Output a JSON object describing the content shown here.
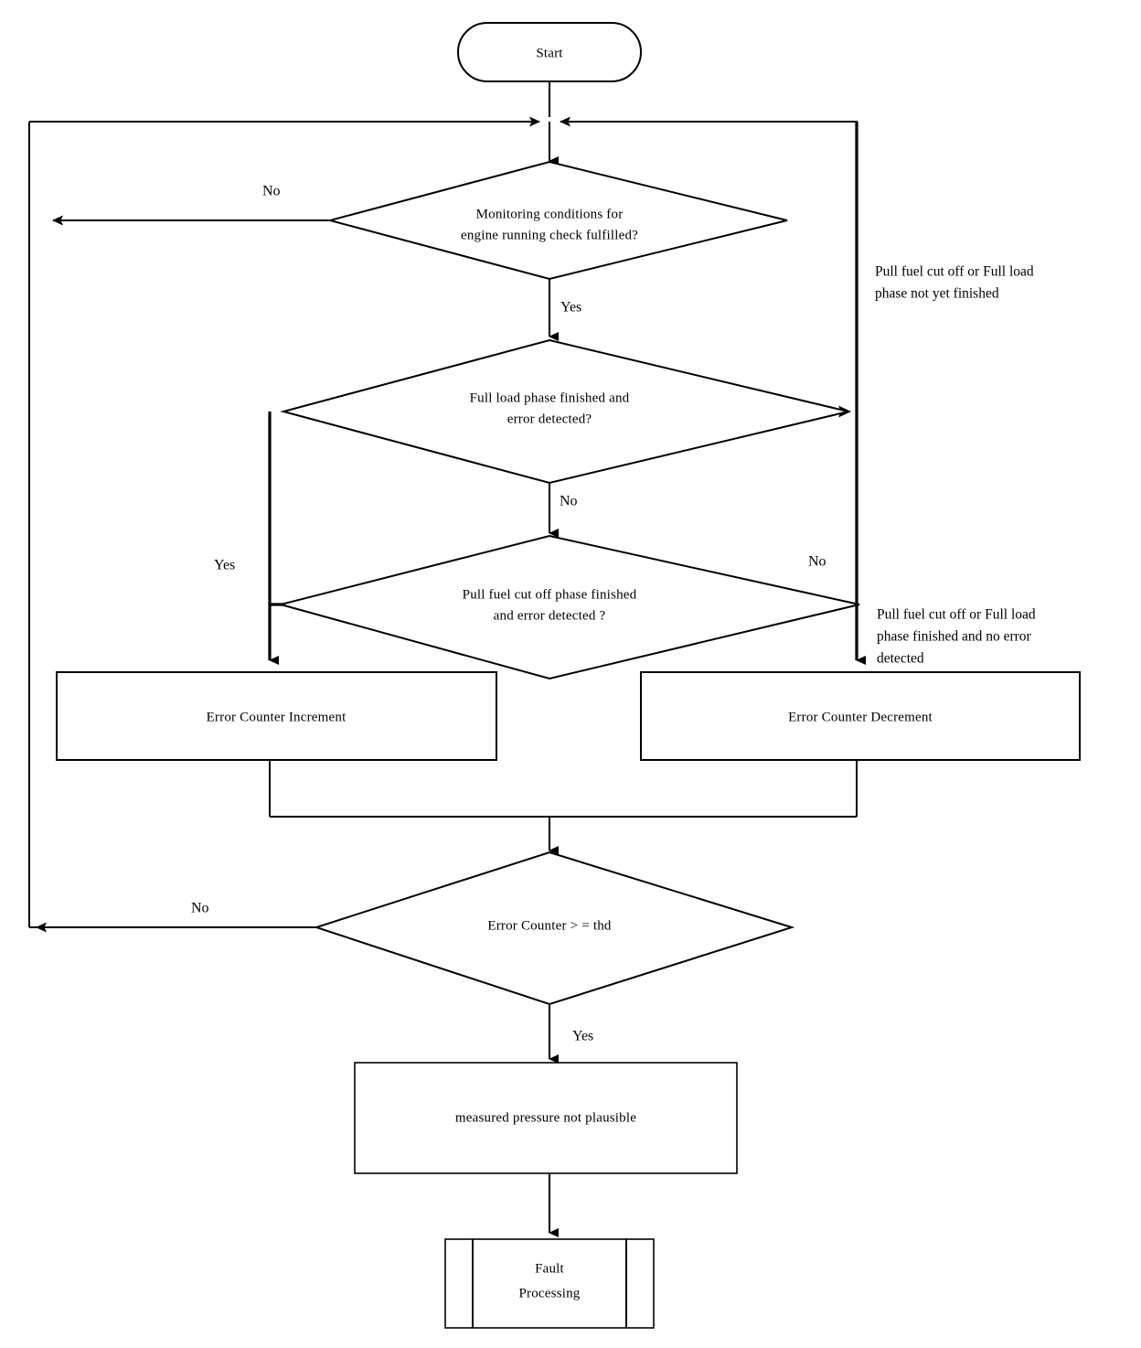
{
  "diagram": {
    "title": "Engine running check error counter flowchart",
    "type": "flowchart",
    "background_color": "#ffffff",
    "line_color": "#000000"
  },
  "nodes": {
    "start": {
      "label": "Start",
      "shape": "terminator"
    },
    "decision_monitoring": {
      "shape": "decision",
      "line1": "Monitoring  conditions for",
      "line2": "engine running check fulfilled?"
    },
    "decision_full_load": {
      "shape": "decision",
      "line1": "Full load phase finished and",
      "line2": "error detected?"
    },
    "decision_pull_fuel": {
      "shape": "decision",
      "line1": "Pull fuel cut off phase finished",
      "line2": "and error detected ?"
    },
    "process_increment": {
      "label": "Error Counter Increment",
      "shape": "process"
    },
    "process_decrement": {
      "label": "Error Counter Decrement",
      "shape": "process"
    },
    "decision_threshold": {
      "label": "Error Counter > = thd",
      "shape": "decision"
    },
    "process_not_plausible": {
      "label": "measured pressure not plausible",
      "shape": "process"
    },
    "predefined_fault": {
      "shape": "predefined-process",
      "line1": "Fault",
      "line2": "Processing"
    }
  },
  "edge_labels": {
    "monitoring_no": "No",
    "monitoring_yes": "Yes",
    "full_load_no": "No",
    "pull_fuel_yes": "Yes",
    "pull_fuel_no": "No",
    "threshold_no": "No",
    "threshold_yes": "Yes"
  },
  "annotations": {
    "right_top": {
      "line1": "Pull fuel cut off or Full load",
      "line2": "phase not yet finished"
    },
    "right_bottom": {
      "line1": "Pull fuel cut off or Full load",
      "line2": "phase finished and no error",
      "line3": "detected"
    }
  }
}
